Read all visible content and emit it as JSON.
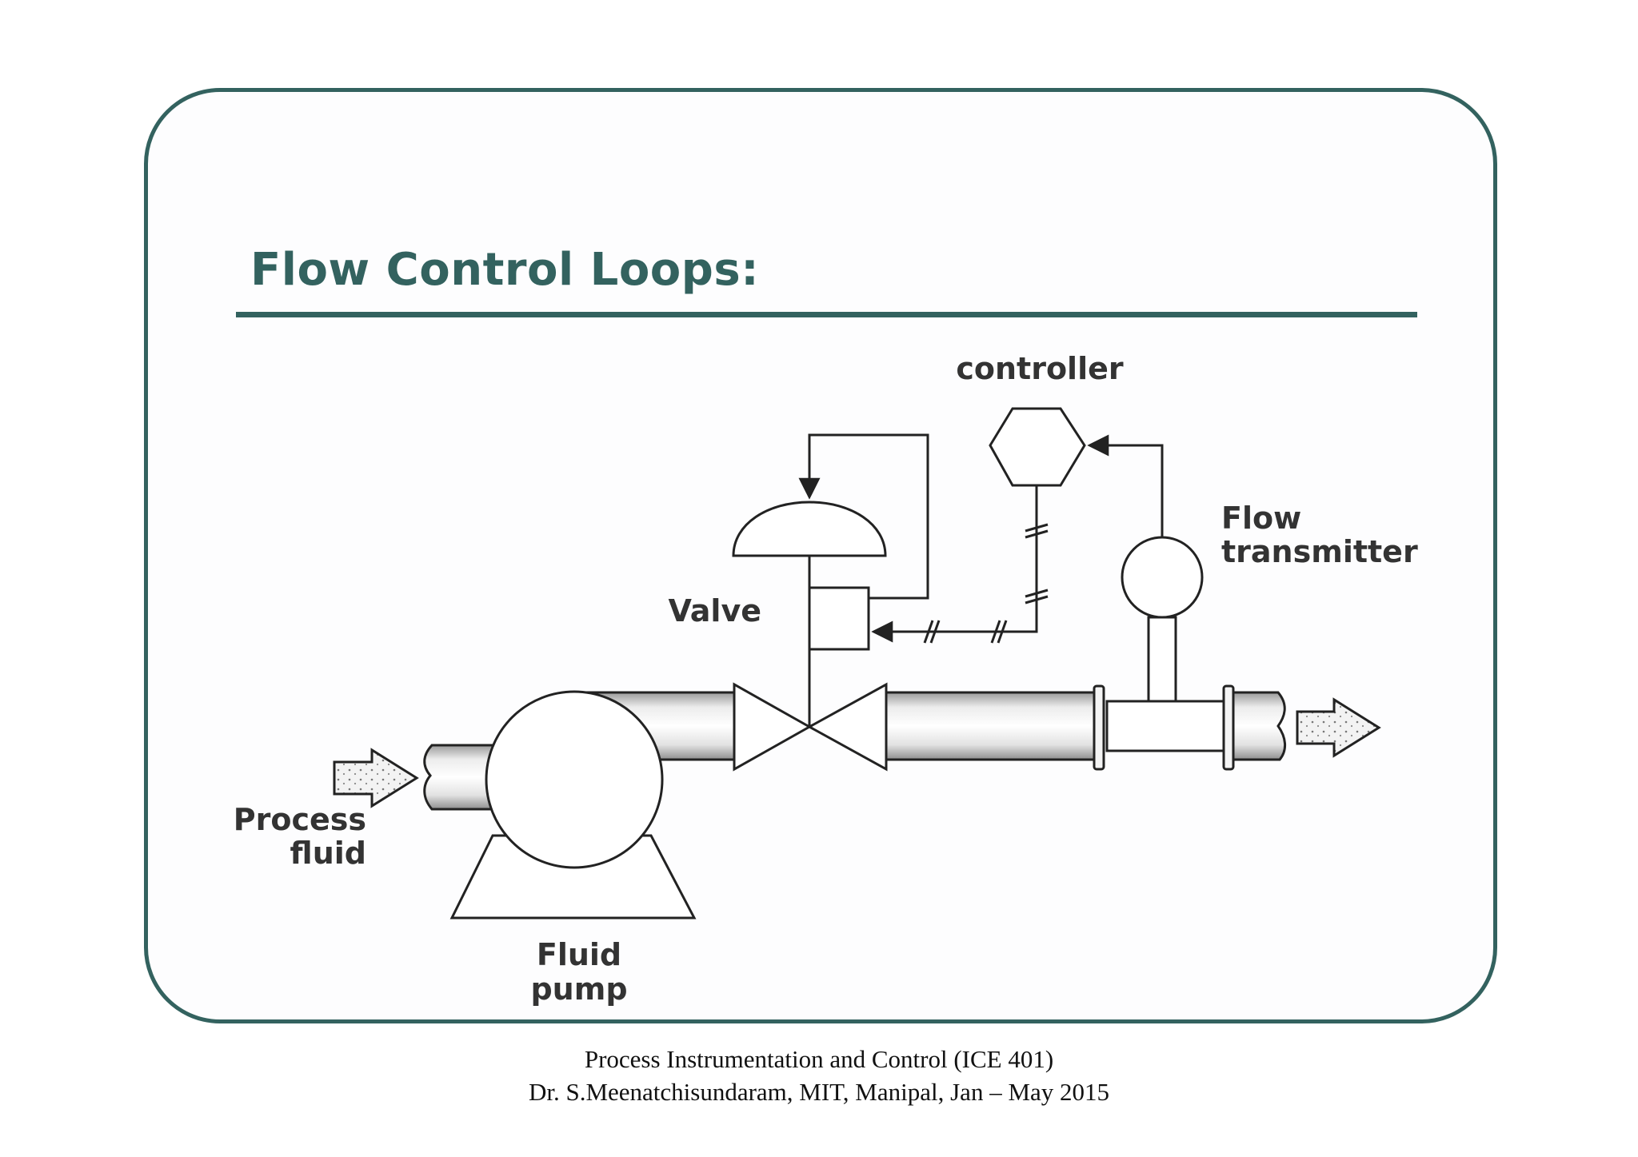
{
  "slide": {
    "title": "Flow Control Loops:"
  },
  "diagram": {
    "labels": {
      "controller": "controller",
      "flow_transmitter_line1": "Flow",
      "flow_transmitter_line2": "transmitter",
      "valve": "Valve",
      "process_fluid_line1": "Process",
      "process_fluid_line2": "fluid",
      "fluid_pump_line1": "Fluid",
      "fluid_pump_line2": "pump"
    }
  },
  "footer": {
    "line1": "Process Instrumentation and Control (ICE 401)",
    "line2": "Dr. S.Meenatchisundaram, MIT, Manipal, Jan – May 2015"
  }
}
